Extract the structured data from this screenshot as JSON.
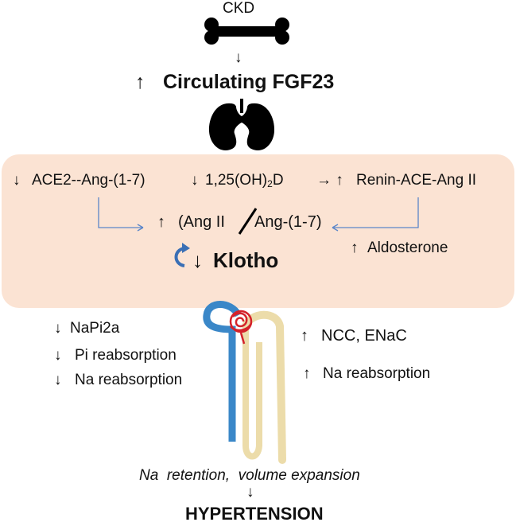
{
  "top": {
    "ckd": "CKD",
    "arrow_down": "↓",
    "fgf23_arrow": "↑",
    "fgf23": "Circulating FGF23"
  },
  "panel": {
    "ace2_arrow": "↓",
    "ace2": "ACE2--Ang-(1-7)",
    "vitd_arrow": "↓",
    "vitd_main": "1,25(OH)",
    "vitd_sub": "2",
    "vitd_end": "D",
    "renin_prefix": "→ ↑",
    "renin": "Renin-ACE-Ang II",
    "ratio_arrow": "↑",
    "ratio_left": "(Ang II",
    "ratio_right": "Ang-(1-7)",
    "aldo_arrow": "↑",
    "aldo": "Aldosterone",
    "klotho_arrow": "↓",
    "klotho": "Klotho"
  },
  "left": {
    "napi_arrow": "↓",
    "napi": "NaPi2a",
    "pi_arrow": "↓",
    "pi": "Pi reabsorption",
    "na_arrow": "↓",
    "na": "Na reabsorption"
  },
  "right": {
    "ncc_arrow": "↑",
    "ncc": "NCC, ENaC",
    "na_arrow": "↑",
    "na": "Na reabsorption"
  },
  "bottom": {
    "retention": "Na  retention,  volume expansion",
    "arrow_down": "↓",
    "hypertension": "HYPERTENSION"
  },
  "colors": {
    "panel_bg": "#fbe3d3",
    "connector": "#5b86c9",
    "proximal_tubule": "#3a87c8",
    "distal_tubule": "#ecdcaa",
    "glomerulus": "#d4222a"
  }
}
